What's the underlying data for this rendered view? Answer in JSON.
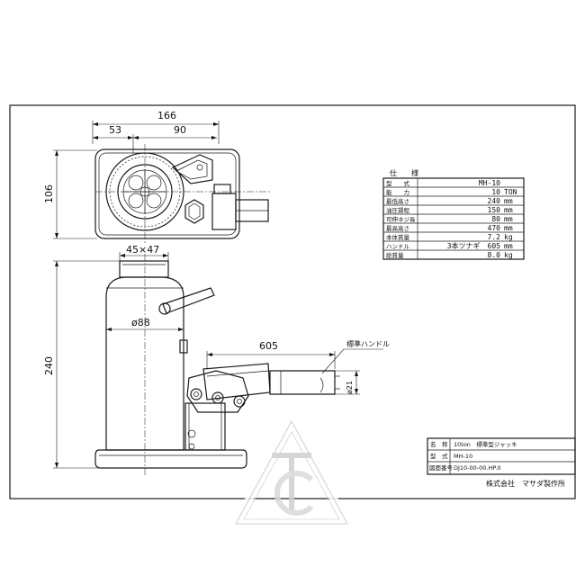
{
  "dimensions": {
    "width_total": "166",
    "width_left": "53",
    "width_right": "90",
    "depth": "106",
    "saddle": "45×47",
    "body_dia": "ø88",
    "height": "240",
    "handle_len": "605",
    "handle_dia": "ø21"
  },
  "handle_label": "標準ハンドル",
  "spec_table": {
    "heading": "仕　　様",
    "rows": [
      {
        "label": "型　　式",
        "value": "MH-10",
        "unit": ""
      },
      {
        "label": "能　　力",
        "value": "10",
        "unit": "TON"
      },
      {
        "label": "最低高さ",
        "value": "240",
        "unit": "mm"
      },
      {
        "label": "油圧揚程",
        "value": "150",
        "unit": "mm"
      },
      {
        "label": "可伸ネジ長",
        "value": "80",
        "unit": "mm"
      },
      {
        "label": "最高高さ",
        "value": "470",
        "unit": "mm"
      },
      {
        "label": "本体質量",
        "value": "7.2",
        "unit": "kg"
      },
      {
        "label": "ハンドル",
        "value": "3本ツナギ　605",
        "unit": "mm"
      },
      {
        "label": "総質量",
        "value": "8.0",
        "unit": "kg"
      }
    ]
  },
  "title_block": {
    "name_label": "名　称",
    "name_value": "10ton　標準型ジャッキ",
    "model_label": "型　式",
    "model_value": "MH-10",
    "drawing_label": "図面番号",
    "drawing_value": "DJ10-00-00.HP.0",
    "company": "株式会社　マサダ製作所"
  },
  "watermark_letters": "TC"
}
